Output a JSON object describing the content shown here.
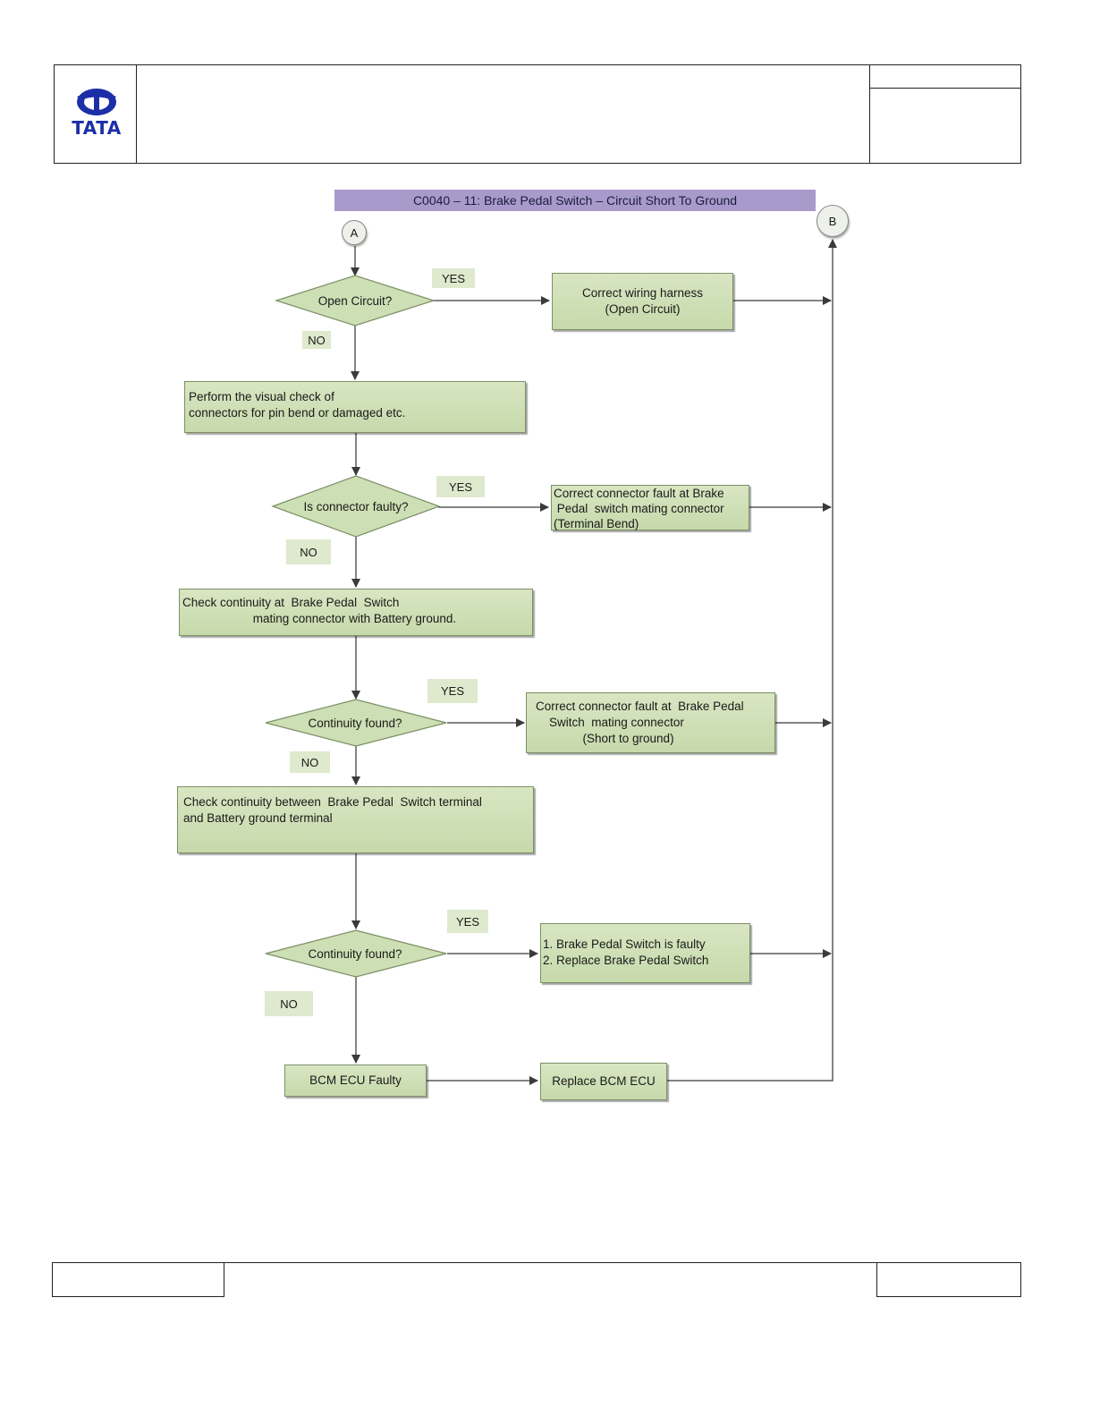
{
  "header": {
    "logo_text": "TATA",
    "logo_color": "#1d2fa8"
  },
  "flowchart": {
    "title": "C0040 – 11: Brake Pedal Switch – Circuit Short To Ground",
    "connector_a": "A",
    "connector_b": "B",
    "decision_1": "Open Circuit?",
    "decision_2": "Is connector faulty?",
    "decision_3": "Continuity found?",
    "decision_4": "Continuity found?",
    "yes_label": "YES",
    "no_label": "NO",
    "step_visual_check": "Perform the visual check of\nconnectors for pin bend or damaged etc.",
    "step_check_mating": "Check continuity at  Brake Pedal  Switch\n                     mating connector with Battery ground.",
    "step_check_terminal": "Check continuity between  Brake Pedal  Switch terminal\nand Battery ground terminal",
    "step_bcm_faulty": "BCM ECU Faulty",
    "action_wiring": "Correct wiring harness\n(Open Circuit)",
    "action_terminal_bend": "Correct connector fault at Brake\n Pedal  switch mating connector\n(Terminal Bend)",
    "action_short_ground": "Correct connector fault at  Brake Pedal\n    Switch  mating connector\n              (Short to ground)",
    "action_replace_switch": "1. Brake Pedal Switch is faulty\n2. Replace Brake Pedal Switch",
    "action_replace_bcm": "Replace BCM ECU"
  },
  "colors": {
    "banner": "#a89bcc",
    "shape_fill": "#cddfb4",
    "label_fill": "#dfe9cd"
  }
}
